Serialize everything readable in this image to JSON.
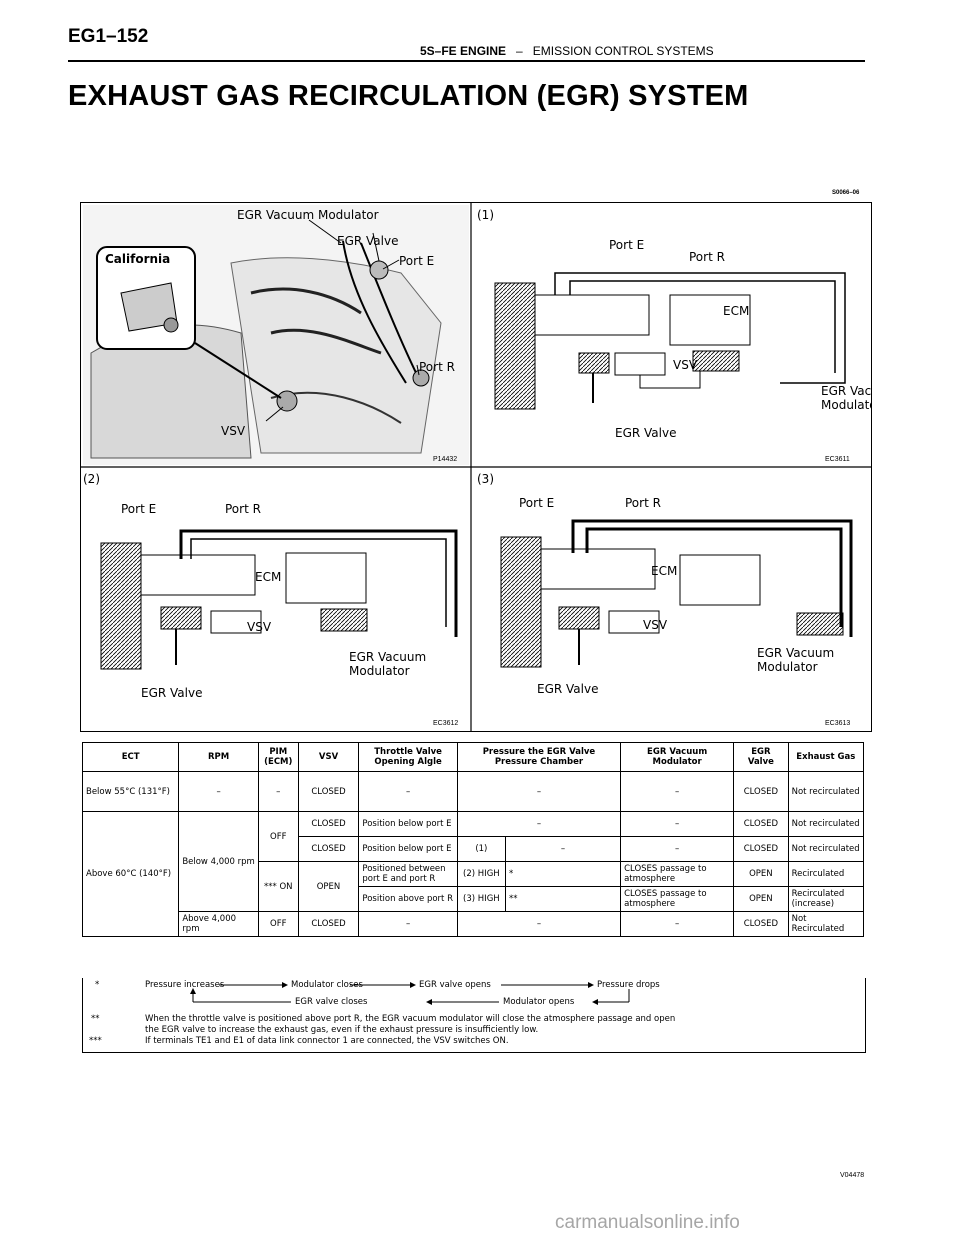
{
  "header": {
    "page_number": "EG1–152",
    "section_bold": "5S–FE ENGINE",
    "separator": "–",
    "section_title": "EMISSION CONTROL SYSTEMS"
  },
  "title": "EXHAUST GAS RECIRCULATION (EGR) SYSTEM",
  "figure": {
    "figure_code": "S0066–06",
    "photo": {
      "labels": {
        "modulator": "EGR Vacuum Modulator",
        "valve": "EGR Valve",
        "port_e": "Port E",
        "port_r": "Port R",
        "vsv": "VSV",
        "california": "California"
      },
      "code": "P14432"
    },
    "diagrams": [
      {
        "tag": "(1)",
        "port_e": "Port E",
        "port_r": "Port R",
        "ecm": "ECM",
        "vsv": "VSV",
        "egr_valve": "EGR Valve",
        "modulator_l1": "EGR Vacuum",
        "modulator_l2": "Modulator",
        "code": "EC3611"
      },
      {
        "tag": "(2)",
        "port_e": "Port E",
        "port_r": "Port R",
        "ecm": "ECM",
        "vsv": "VSV",
        "egr_valve": "EGR Valve",
        "modulator_l1": "EGR Vacuum",
        "modulator_l2": "Modulator",
        "code": "EC3612"
      },
      {
        "tag": "(3)",
        "port_e": "Port E",
        "port_r": "Port R",
        "ecm": "ECM",
        "vsv": "VSV",
        "egr_valve": "EGR Valve",
        "modulator_l1": "EGR Vacuum",
        "modulator_l2": "Modulator",
        "code": "EC3613"
      }
    ]
  },
  "table": {
    "headers": {
      "ect": "ECT",
      "rpm": "RPM",
      "pim": "PIM (ECM)",
      "vsv": "VSV",
      "throttle": "Throttle Valve Opening Algle",
      "pressure": "Pressure the EGR Valve Pressure Chamber",
      "modulator": "EGR Vacuum Modulator",
      "egr_valve": "EGR Valve",
      "exhaust": "Exhaust Gas"
    },
    "row1": {
      "ect": "Below 55°C (131°F)",
      "rpm": "–",
      "pim": "–",
      "vsv": "CLOSED",
      "throttle": "–",
      "pressure": "–",
      "modulator": "–",
      "egr": "CLOSED",
      "exhaust": "Not recirculated"
    },
    "ect_above": "Above 60°C (140°F)",
    "rpm_below": "Below 4,000 rpm",
    "pim_off": "OFF",
    "pim_on": "*** ON",
    "row2": {
      "vsv": "CLOSED",
      "throttle": "Position below port E",
      "pressure": "–",
      "modulator": "–",
      "egr": "CLOSED",
      "exhaust": "Not recirculated"
    },
    "row3": {
      "vsv": "CLOSED",
      "throttle": "Position below port E",
      "pcode": "(1)",
      "pressure": "–",
      "modulator": "–",
      "egr": "CLOSED",
      "exhaust": "Not recirculated"
    },
    "vsv_open": "OPEN",
    "row4": {
      "throttle": "Positioned between port E and port R",
      "pcode": "(2) HIGH",
      "pressure": "*",
      "modulator": "CLOSES passage to atmosphere",
      "egr": "OPEN",
      "exhaust": "Recirculated"
    },
    "row5": {
      "throttle": "Position above port R",
      "pcode": "(3) HIGH",
      "pressure": "**",
      "modulator": "CLOSES passage to atmosphere",
      "egr": "OPEN",
      "exhaust": "Recirculated (increase)"
    },
    "row6": {
      "rpm": "Above 4,000 rpm",
      "pim": "OFF",
      "vsv": "CLOSED",
      "throttle": "–",
      "pressure": "–",
      "modulator": "–",
      "egr": "CLOSED",
      "exhaust": "Not Recirculated"
    }
  },
  "notes": {
    "n1_mark": "*",
    "n1_a": "Pressure increases",
    "n1_b": "Modulator closes",
    "n1_c": "EGR valve opens",
    "n1_d": "Pressure drops",
    "n1_e": "EGR valve closes",
    "n1_f": "Modulator opens",
    "n2_mark": "**",
    "n2_l1": "When the throttle valve is positioned above port R, the EGR vacuum modulator will close the atmosphere passage and open",
    "n2_l2": "the EGR valve to increase the exhaust gas, even if the exhaust pressure is insufficiently low.",
    "n3_mark": "***",
    "n3": "If terminals TE1 and E1 of data link connector 1 are connected, the VSV switches ON."
  },
  "bottom_code": "V04478",
  "watermark": "carmanualsonline.info"
}
